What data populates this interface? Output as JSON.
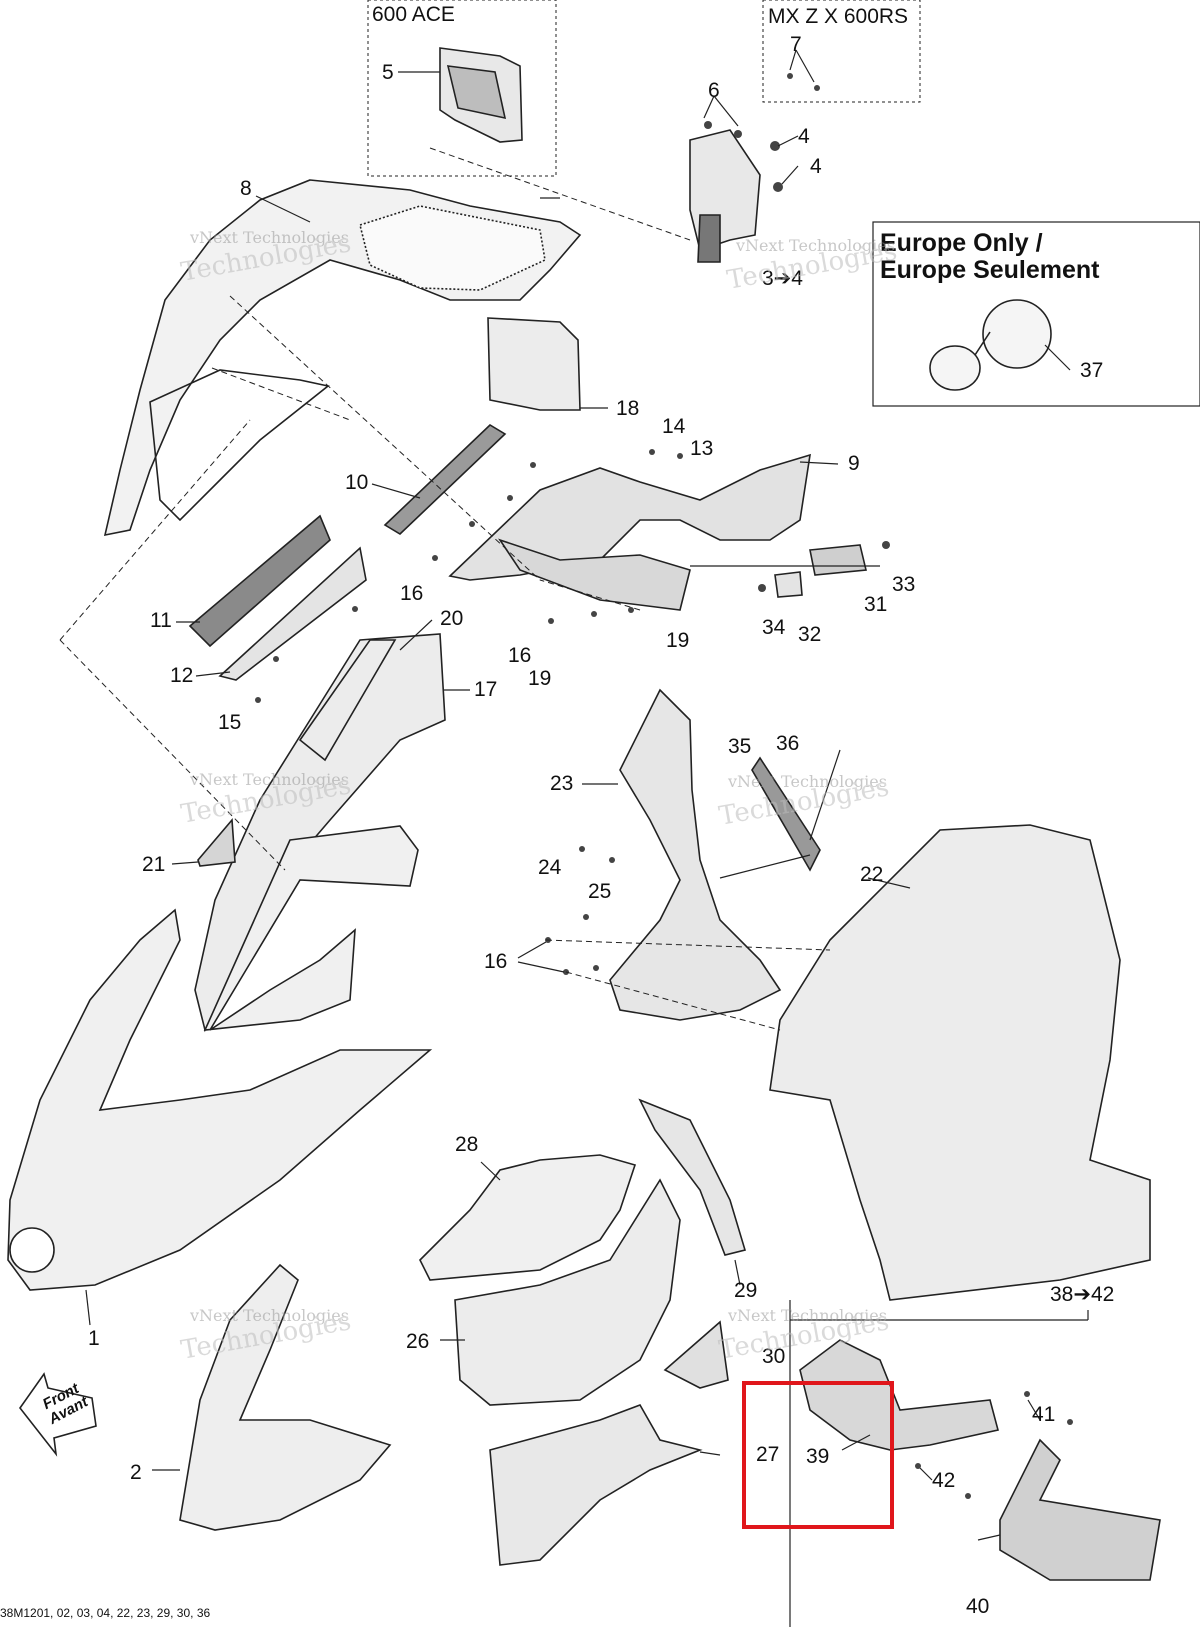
{
  "insets": {
    "ace": {
      "title": "600 ACE"
    },
    "mxz": {
      "title": "MX Z X 600RS"
    },
    "europe": {
      "title_line1": "Europe Only /",
      "title_line2": "Europe Seulement"
    }
  },
  "callouts": {
    "c1": "1",
    "c2": "2",
    "c3": "3➔4",
    "c4a": "4",
    "c4b": "4",
    "c5": "5",
    "c6": "6",
    "c7": "7",
    "c8": "8",
    "c9": "9",
    "c10": "10",
    "c11": "11",
    "c12": "12",
    "c13": "13",
    "c14": "14",
    "c15": "15",
    "c16a": "16",
    "c16b": "16",
    "c16c": "16",
    "c17": "17",
    "c18": "18",
    "c19a": "19",
    "c19b": "19",
    "c20": "20",
    "c21": "21",
    "c22": "22",
    "c23": "23",
    "c24": "24",
    "c25": "25",
    "c26": "26",
    "c27": "27",
    "c28": "28",
    "c29": "29",
    "c30": "30",
    "c31": "31",
    "c32": "32",
    "c33": "33",
    "c34": "34",
    "c35": "35",
    "c36": "36",
    "c37": "37",
    "c3842": "38➔42",
    "c39": "39",
    "c40": "40",
    "c41": "41",
    "c42": "42"
  },
  "front_arrow": {
    "line1": "Front",
    "line2": "Avant"
  },
  "watermark": {
    "line1": "vNext Technologies",
    "line2": "Technologies"
  },
  "footer": {
    "text": "38M1201, 02, 03, 04, 22, 23, 29, 30, 36"
  },
  "highlight": {
    "color": "#e0161b"
  }
}
